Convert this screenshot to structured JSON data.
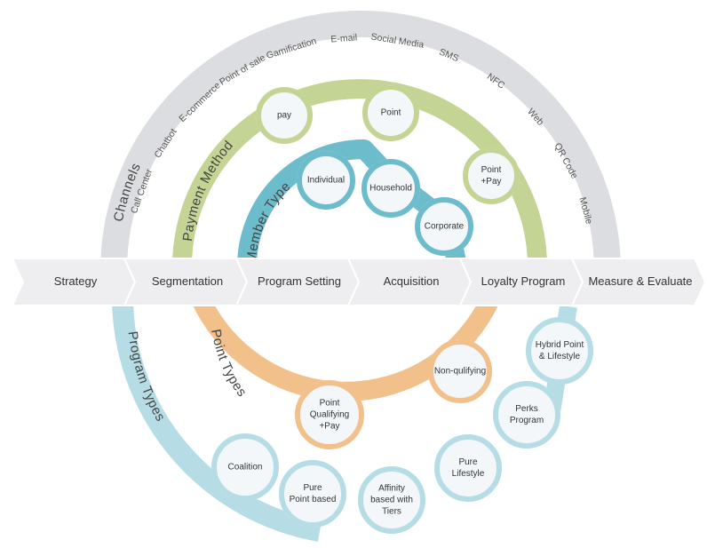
{
  "colors": {
    "channels": "#dcdde0",
    "payment": "#c3d494",
    "member": "#6dbccb",
    "points": "#f2c08a",
    "program": "#b6dde6",
    "step_fill": "#eeeef1",
    "node_fill": "#f4f7fa"
  },
  "arcs": {
    "channels": "Channels",
    "payment_method": "Payment Method",
    "member_type": "Member Type",
    "point_types": "Point Types",
    "program_types": "Program Types"
  },
  "channels": [
    "Call Center",
    "Chatbot",
    "E-commerce",
    "Point of sale",
    "Gamification",
    "E-mail",
    "Social Media",
    "SMS",
    "NFC",
    "Web",
    "QR Code",
    "Mobile"
  ],
  "steps": [
    "Strategy",
    "Segmentation",
    "Program Setting",
    "Acquisition",
    "Loyalty Program",
    "Measure & Evaluate"
  ],
  "payment_nodes": [
    [
      "pay"
    ],
    [
      "Point"
    ],
    [
      "Point",
      "+Pay"
    ]
  ],
  "member_nodes": [
    [
      "Individual"
    ],
    [
      "Household"
    ],
    [
      "Corporate"
    ]
  ],
  "point_nodes": [
    [
      "Non-qulifying"
    ],
    [
      "Point",
      "Qualifying",
      "+Pay"
    ]
  ],
  "program_nodes": [
    [
      "Hybrid Point",
      "& Lifestyle"
    ],
    [
      "Perks",
      "Program"
    ],
    [
      "Pure",
      "Lifestyle"
    ],
    [
      "Affinity",
      "based with",
      "Tiers"
    ],
    [
      "Pure",
      "Point  based"
    ],
    [
      "Coalition"
    ]
  ]
}
